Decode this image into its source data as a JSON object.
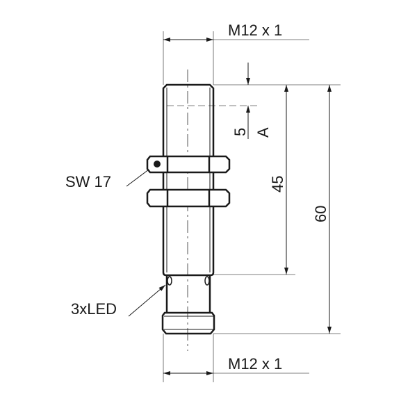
{
  "labels": {
    "thread_top": "M12 x 1",
    "thread_bottom": "M12 x 1",
    "dim_5": "5",
    "dim_a": "A",
    "dim_45": "45",
    "dim_60": "60",
    "wrench": "SW 17",
    "led": "3xLED"
  },
  "colors": {
    "line": "#1a1a1a",
    "thin": "#555555"
  }
}
